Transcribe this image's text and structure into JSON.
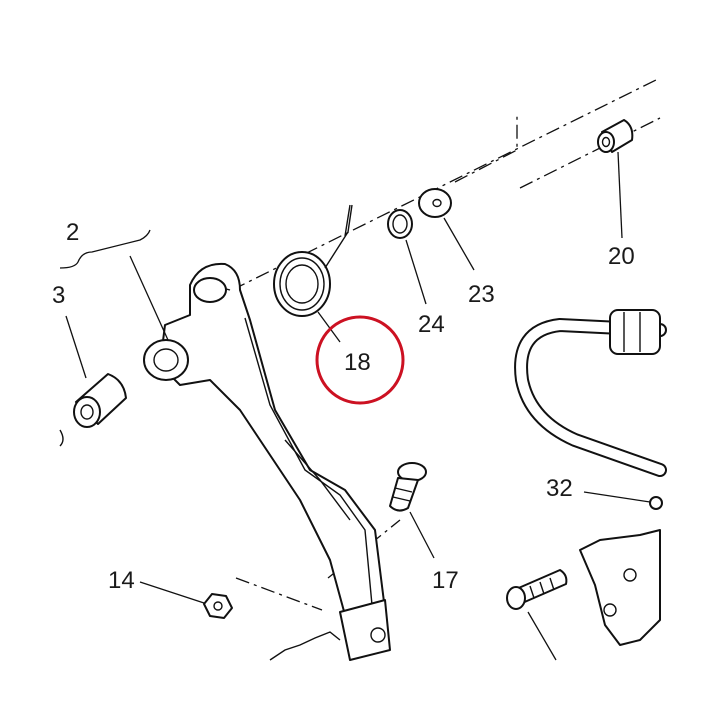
{
  "diagram": {
    "callouts": [
      "2",
      "3",
      "14",
      "17",
      "18",
      "20",
      "23",
      "24",
      "32"
    ],
    "highlight": {
      "label": "18",
      "color": "#cc1122"
    }
  }
}
